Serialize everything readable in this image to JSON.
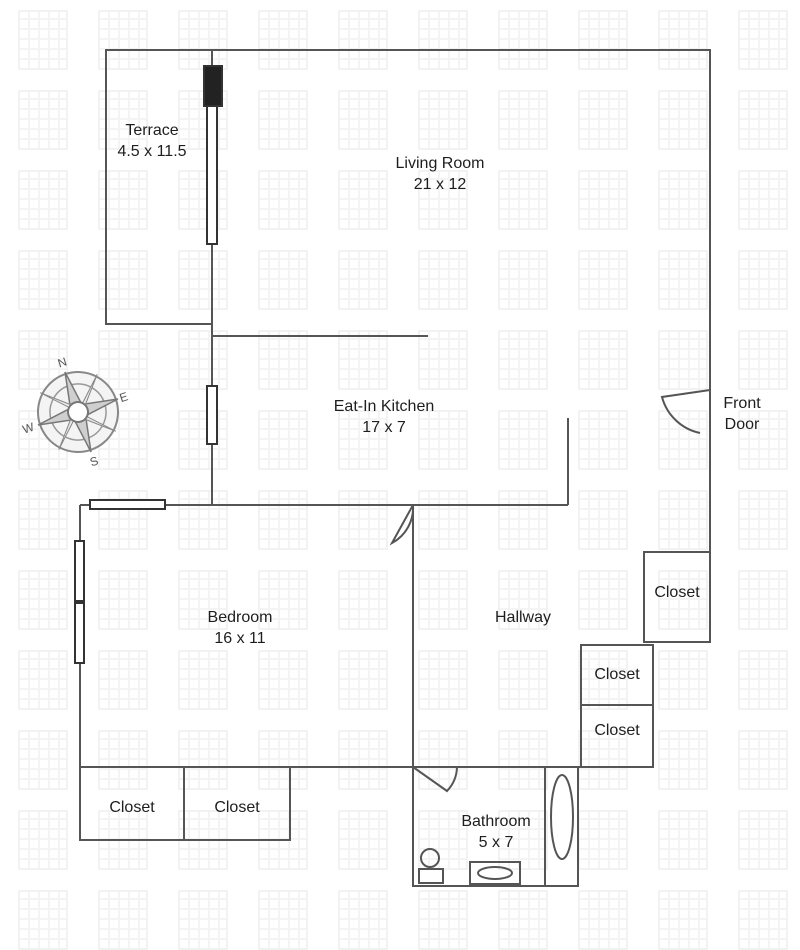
{
  "rooms": {
    "terrace": {
      "name": "Terrace",
      "size": "4.5 x 11.5"
    },
    "living": {
      "name": "Living Room",
      "size": "21 x 12"
    },
    "kitchen": {
      "name": "Eat-In Kitchen",
      "size": "17 x 7"
    },
    "bedroom": {
      "name": "Bedroom",
      "size": "16 x 11"
    },
    "hallway": {
      "name": "Hallway"
    },
    "bathroom": {
      "name": "Bathroom",
      "size": "5 x 7"
    },
    "front_door": {
      "line1": "Front",
      "line2": "Door"
    },
    "closets": [
      "Closet",
      "Closet",
      "Closet",
      "Closet",
      "Closet"
    ]
  },
  "compass": {
    "n": "N",
    "e": "E",
    "s": "S",
    "w": "W"
  },
  "colors": {
    "wall": "#555555",
    "window": "#333333",
    "watermark": "#ececec"
  }
}
